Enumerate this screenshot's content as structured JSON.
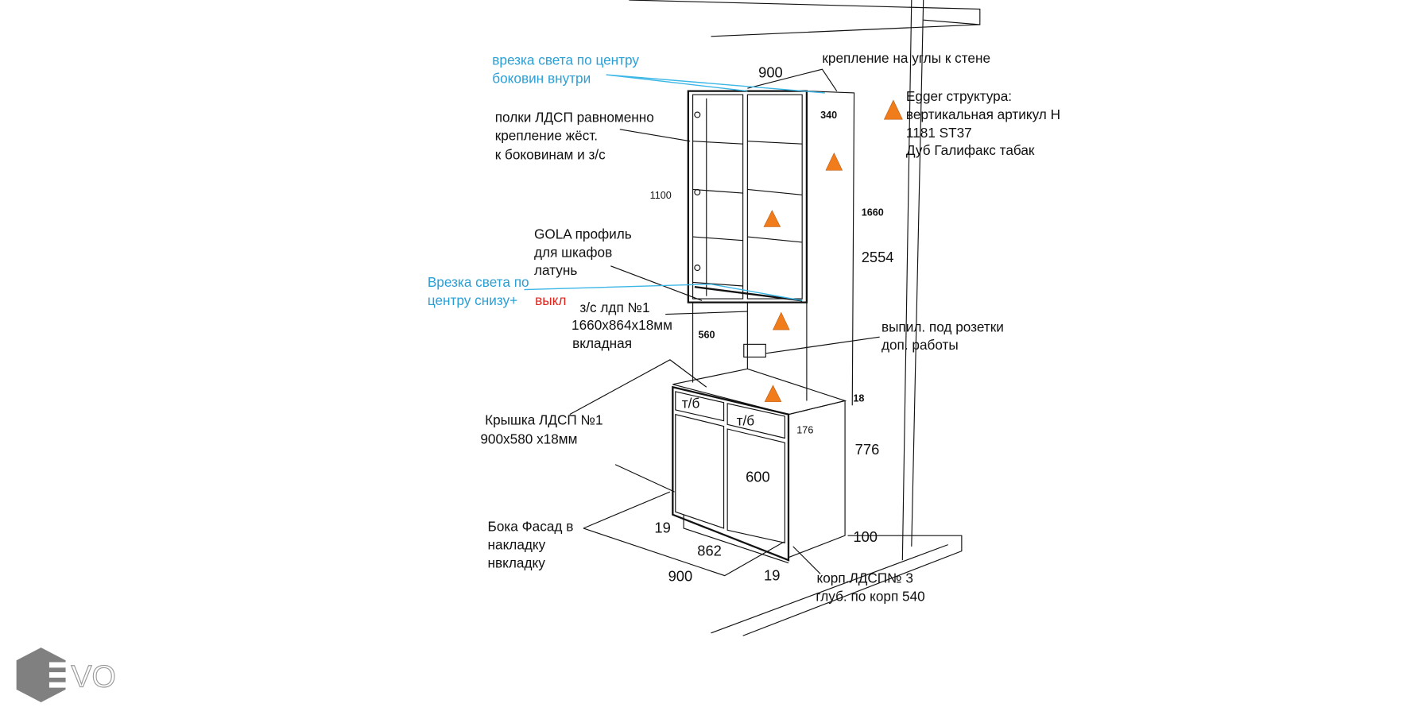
{
  "annotations": {
    "light_sides_line1": "врезка света по центру",
    "light_sides_line2": "боковин внутри",
    "width_top": "900",
    "wall_mount": "крепление на углы к стене",
    "shelves_line1": "полки ЛДСП  равноменно",
    "shelves_line2": "крепление жёст.",
    "shelves_line3": "к боковинам и з/с",
    "depth_top": "340",
    "egger_line1": "Egger структура:",
    "egger_line2": "вертикальная артикул Н",
    "egger_line3": "1181 ST37",
    "egger_line4": "Дуб Галифакс табак",
    "height_upper": "1100",
    "height_back": "1660",
    "height_total": "2554",
    "gola_line1": "GOLA профиль",
    "gola_line2": "для шкафов",
    "gola_line3": "латунь",
    "light_bottom_line1": "Врезка света по",
    "light_bottom_line2": "центру снизу+",
    "light_bottom_switch": "выкл",
    "back_panel_line1": "з/с лдп №1",
    "back_panel_line2": "1660х864х18мм",
    "back_panel_line3": "вкладная",
    "gap_height": "560",
    "socket_line1": "выпил. под розетки",
    "socket_line2": "доп. работы",
    "countertop_thickness": "18",
    "drawer_left": "т/б",
    "drawer_right": "т/б",
    "drawer_height": "176",
    "top_line1": "Крышка ЛДСП №1",
    "top_line2": "900х580 х18мм",
    "base_height": "776",
    "door_height": "600",
    "facade_line1": "Бока Фасад в",
    "facade_line2": "накладку",
    "facade_line3": "нвкладку",
    "side_left": "19",
    "inner_width": "862",
    "plinth_height": "100",
    "outer_width": "900",
    "side_right": "19",
    "body_line1": "корп.ЛДСП№ 3",
    "body_line2": "глуб. по корп  540"
  },
  "logo": {
    "text": "EVO"
  },
  "colors": {
    "marker": "#f07c1c",
    "light_note": "#2a9fd6",
    "switch_note": "#e3241b"
  }
}
